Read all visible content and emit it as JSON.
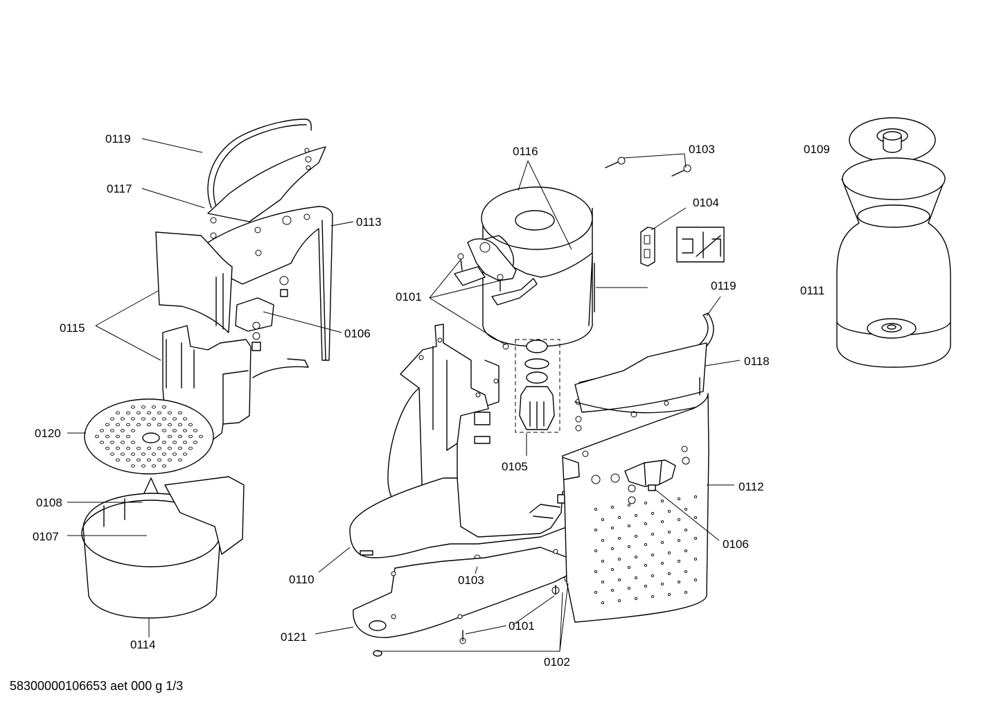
{
  "labels": {
    "l0119a": "0119",
    "l0117": "0117",
    "l0113": "0113",
    "l0115": "0115",
    "l0106a": "0106",
    "l0120": "0120",
    "l0108": "0108",
    "l0107": "0107",
    "l0114": "0114",
    "l0116": "0116",
    "l0103a": "0103",
    "l0104": "0104",
    "l0101a": "0101",
    "l0119b": "0119",
    "l0118": "0118",
    "l0105": "0105",
    "l0112": "0112",
    "l0106b": "0106",
    "l0110": "0110",
    "l0103b": "0103",
    "l0101b": "0101",
    "l0121": "0121",
    "l0102": "0102",
    "l0109": "0109",
    "l0111": "0111"
  },
  "document_id": "58300000106653 aet 000 g 1/3"
}
